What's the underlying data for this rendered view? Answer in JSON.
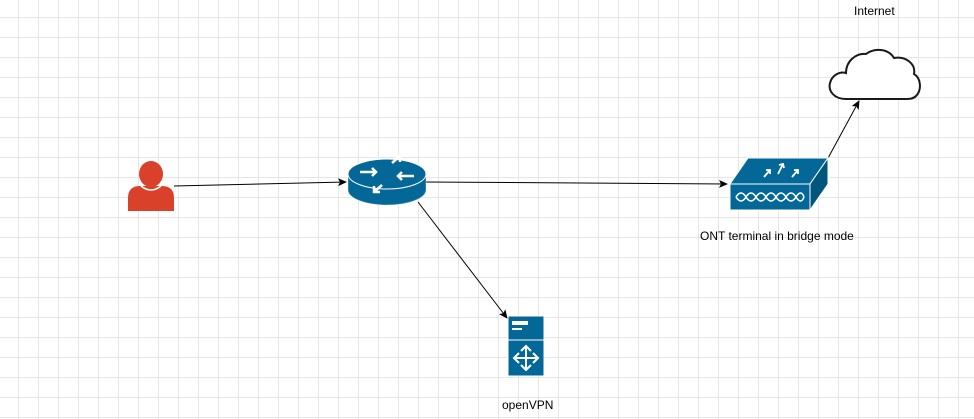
{
  "labels": {
    "internet": "Internet",
    "ont": "ONT terminal in bridge mode",
    "vpn": "openVPN"
  },
  "nodes": [
    {
      "id": "user",
      "icon": "user-icon"
    },
    {
      "id": "router",
      "icon": "router-icon"
    },
    {
      "id": "ont",
      "icon": "ont-terminal-icon"
    },
    {
      "id": "internet",
      "icon": "cloud-icon"
    },
    {
      "id": "vpn",
      "icon": "server-icon"
    }
  ],
  "edges": [
    {
      "from": "user",
      "to": "router"
    },
    {
      "from": "router",
      "to": "ont"
    },
    {
      "from": "router",
      "to": "vpn"
    },
    {
      "from": "ont",
      "to": "internet"
    }
  ],
  "colors": {
    "user": "#d9412b",
    "device": "#036897",
    "edge": "#000000",
    "cloud_stroke": "#1a1a1a",
    "grid": "#e6e6e6"
  }
}
